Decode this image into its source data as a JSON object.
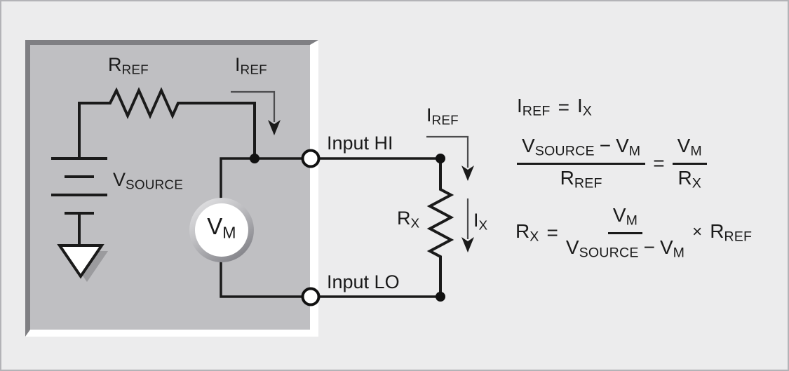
{
  "figure": {
    "kind": "resistance-measurement-circuit-diagram"
  },
  "colors": {
    "background": "#ececed",
    "frame_border": "#b3b3b7",
    "box_fill": "#bfbfc2",
    "box_bevel_dark": "#7f7f83",
    "box_bevel_light": "#ffffff",
    "wire": "#1a1a1a",
    "arrow_line": "#4c4c4e",
    "ground_shadow": "#9b9b9e",
    "meter_face": "#ffffff"
  },
  "labels": {
    "r_ref": {
      "main": "R",
      "sub": "REF"
    },
    "i_ref_internal": {
      "main": "I",
      "sub": "REF"
    },
    "v_source": {
      "main": "V",
      "sub": "SOURCE"
    },
    "v_m": {
      "main": "V",
      "sub": "M"
    },
    "input_hi": "Input HI",
    "input_lo": "Input LO",
    "i_ref_external": {
      "main": "I",
      "sub": "REF"
    },
    "r_x": {
      "main": "R",
      "sub": "X"
    },
    "i_x": {
      "main": "I",
      "sub": "X"
    }
  },
  "equations": {
    "eq1": {
      "l_main": "I",
      "l_sub": "REF",
      "equals": "=",
      "r_main": "I",
      "r_sub": "X"
    },
    "eq2": {
      "num1": {
        "t1_main": "V",
        "t1_sub": "SOURCE",
        "minus": "−",
        "t2_main": "V",
        "t2_sub": "M"
      },
      "den1": {
        "main": "R",
        "sub": "REF"
      },
      "equals": "=",
      "num2": {
        "main": "V",
        "sub": "M"
      },
      "den2": {
        "main": "R",
        "sub": "X"
      }
    },
    "eq3": {
      "lhs": {
        "main": "R",
        "sub": "X"
      },
      "equals": "=",
      "num": {
        "main": "V",
        "sub": "M"
      },
      "den": {
        "t1_main": "V",
        "t1_sub": "SOURCE",
        "minus": "−",
        "t2_main": "V",
        "t2_sub": "M"
      },
      "times": "×",
      "factor": {
        "main": "R",
        "sub": "REF"
      }
    }
  }
}
